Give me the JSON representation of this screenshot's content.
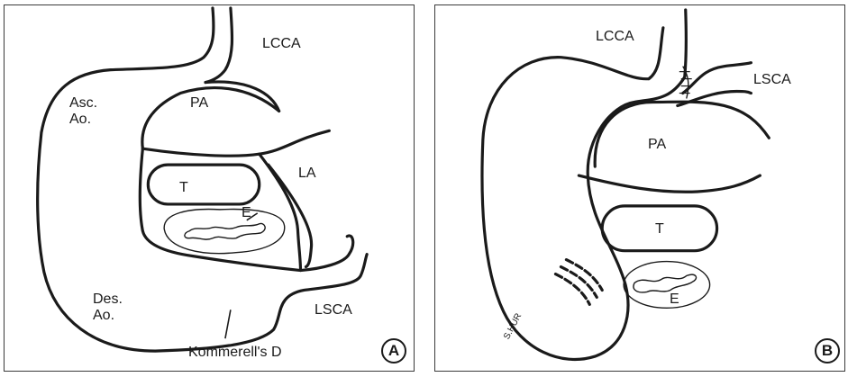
{
  "panel_a": {
    "labels": {
      "lcca": "LCCA",
      "asc_ao": "Asc.\nAo.",
      "pa": "PA",
      "la": "LA",
      "t": "T",
      "e": "E",
      "des_ao": "Des.\nAo.",
      "lsca": "LSCA",
      "kommerell": "Kommerell's D"
    },
    "badge": "A"
  },
  "panel_b": {
    "labels": {
      "lcca": "LCCA",
      "lsca": "LSCA",
      "pa": "PA",
      "t": "T",
      "e": "E",
      "signature": "S.HUR"
    },
    "badge": "B"
  }
}
